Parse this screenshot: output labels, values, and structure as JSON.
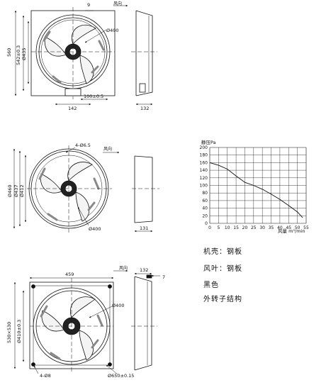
{
  "drawing1": {
    "dim_width": "560",
    "dim_mount_1": "542±0.3",
    "dim_mount_2": "Ø435",
    "dim_top": "9",
    "airflow": "风向",
    "dim_impeller": "Ø400",
    "dim_base": "100±0.5",
    "dim_bottom": "142",
    "dim_side": "132"
  },
  "drawing2": {
    "dim_holes": "4-Ø6.5",
    "airflow": "风向",
    "dim_height_1": "Ø460",
    "dim_height_2": "Ø437",
    "dim_height_3": "Ø412",
    "dim_impeller": "Ø400",
    "dim_side": "131"
  },
  "drawing3": {
    "dim_width": "459",
    "airflow": "风向",
    "dim_side_top": "132",
    "dim_side_top2": "7",
    "dim_impeller": "Ø400",
    "dim_height_1": "530×530",
    "dim_height_2": "Ø410±0.3",
    "dim_holes": "4-Ø8",
    "dim_bottom": "Ø650±0.15"
  },
  "chart_data": {
    "type": "line",
    "title": "",
    "ylabel": "静压Pa",
    "xlabel": "风量 m³/min",
    "x_ticks": [
      0,
      5,
      10,
      15,
      20,
      25,
      30,
      35,
      40,
      45,
      50,
      55
    ],
    "y_ticks": [
      20,
      40,
      60,
      80,
      100,
      120,
      140,
      160,
      180,
      200
    ],
    "xlim": [
      0,
      55
    ],
    "ylim": [
      0,
      200
    ],
    "grid": true,
    "series": [
      {
        "x": [
          0,
          5,
          10,
          15,
          20,
          25,
          30,
          35,
          40,
          45,
          50,
          53
        ],
        "y": [
          160,
          153,
          143,
          125,
          108,
          100,
          90,
          77,
          63,
          47,
          30,
          15
        ]
      }
    ]
  },
  "specs": {
    "housing": "机壳：钢板",
    "blade": "风叶：钢板",
    "color": "黑色",
    "rotor": "外转子结构"
  }
}
